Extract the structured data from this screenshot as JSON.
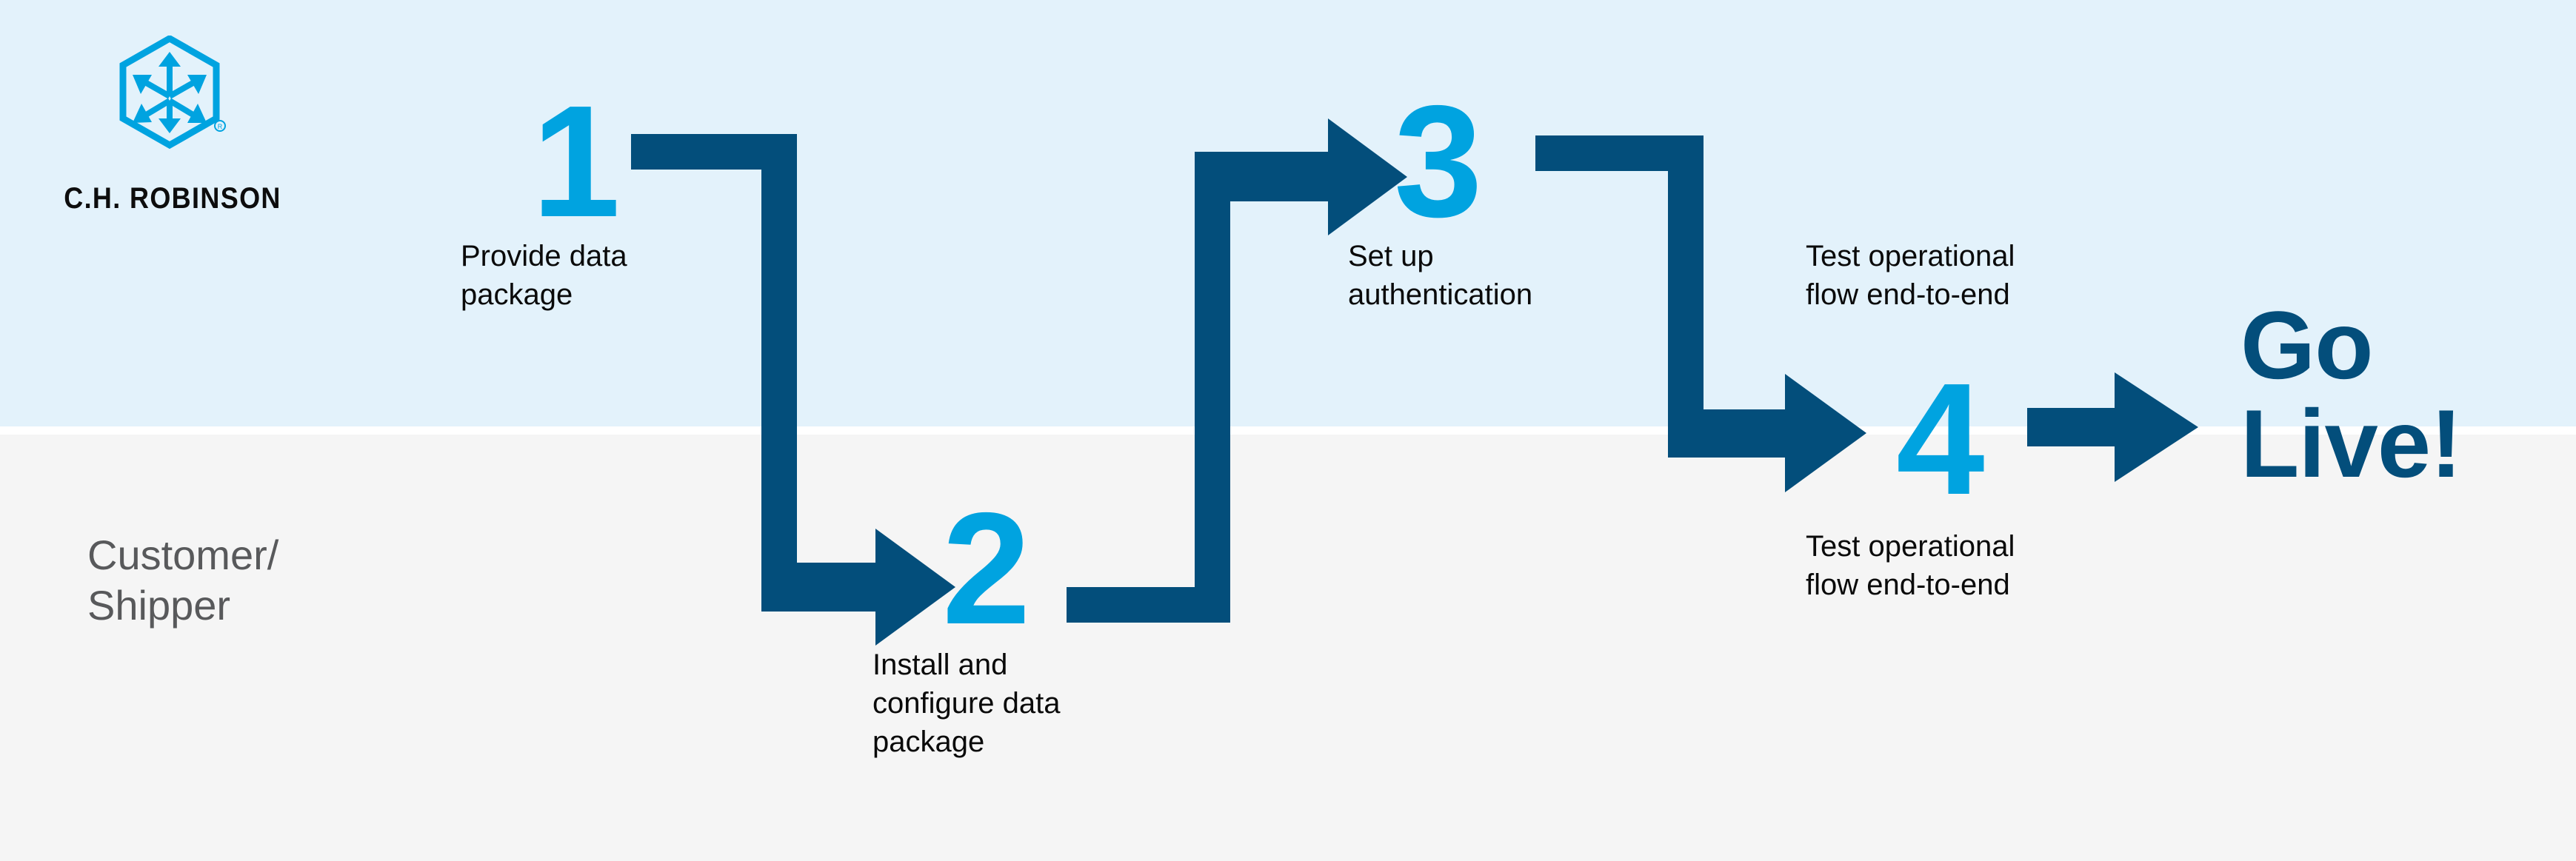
{
  "brand": {
    "name": "C.H. ROBINSON",
    "logo_icon": "hexagon-arrows-logo",
    "primary_blue": "#00a3e0",
    "navy": "#034e7b",
    "band_top_color": "#e3f2fb",
    "band_bottom_color": "#f5f5f5"
  },
  "swimlanes": [
    {
      "id": "chrobinson",
      "label": "C.H. ROBINSON",
      "band": "top"
    },
    {
      "id": "customer",
      "label": "Customer/\nShipper",
      "band": "bottom"
    }
  ],
  "lane_label": "Customer/\nShipper",
  "steps": [
    {
      "number": "1",
      "text": "Provide data\npackage",
      "lane": "chrobinson"
    },
    {
      "number": "2",
      "text": "Install and\nconfigure data\npackage",
      "lane": "customer"
    },
    {
      "number": "3",
      "text": "Set up\nauthentication",
      "lane": "chrobinson"
    },
    {
      "number": "",
      "text": "Test operational\nflow end-to-end",
      "lane": "chrobinson"
    },
    {
      "number": "4",
      "text": "Test operational\nflow end-to-end",
      "lane": "customer"
    }
  ],
  "step_numbers": {
    "one": "1",
    "two": "2",
    "three": "3",
    "four": "4"
  },
  "step_texts": {
    "one": "Provide data\npackage",
    "two": "Install and\nconfigure data\npackage",
    "three": "Set up\nauthentication",
    "four_top": "Test operational\nflow end-to-end",
    "four_bottom": "Test operational\nflow end-to-end"
  },
  "outcome": {
    "label": "Go\nLive!"
  },
  "connectors": [
    {
      "from": "1",
      "to": "2",
      "path": "down-right-elbow",
      "arrow": "right"
    },
    {
      "from": "2",
      "to": "3",
      "path": "up-right-elbow",
      "arrow": "right"
    },
    {
      "from": "3",
      "to": "4",
      "path": "down-right-elbow",
      "arrow": "right"
    },
    {
      "from": "4",
      "to": "go-live",
      "path": "straight",
      "arrow": "right"
    }
  ]
}
